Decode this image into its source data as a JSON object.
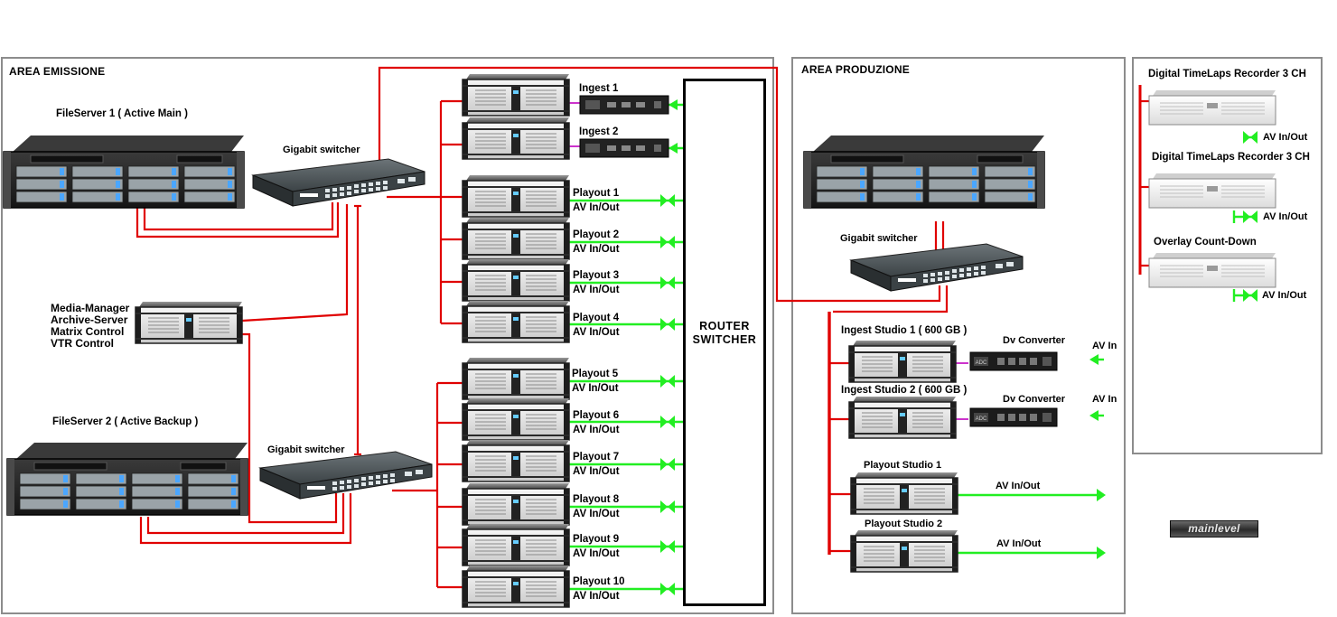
{
  "areas": {
    "emissione_title": "AREA EMISSIONE",
    "produzione_title": "AREA PRODUZIONE"
  },
  "emissione": {
    "fileserver1_label": "FileServer 1 ( Active Main )",
    "fileserver2_label": "FileServer 2 ( Active Backup )",
    "switch1_label": "Gigabit switcher",
    "switch2_label": "Gigabit switcher",
    "media_manager_lines": [
      "Media-Manager",
      "Archive-Server",
      "Matrix Control",
      "VTR Control"
    ],
    "ingests": [
      {
        "name": "Ingest 1"
      },
      {
        "name": "Ingest 2"
      }
    ],
    "playouts": [
      {
        "name": "Playout 1",
        "io": "AV In/Out"
      },
      {
        "name": "Playout 2",
        "io": "AV In/Out"
      },
      {
        "name": "Playout 3",
        "io": "AV In/Out"
      },
      {
        "name": "Playout 4",
        "io": "AV In/Out"
      },
      {
        "name": "Playout 5",
        "io": "AV In/Out"
      },
      {
        "name": "Playout 6",
        "io": "AV In/Out"
      },
      {
        "name": "Playout 7",
        "io": "AV In/Out"
      },
      {
        "name": "Playout 8",
        "io": "AV In/Out"
      },
      {
        "name": "Playout 9",
        "io": "AV In/Out"
      },
      {
        "name": "Playout 10",
        "io": "AV In/Out"
      }
    ],
    "router_lines": [
      "ROUTER",
      "SWITCHER"
    ]
  },
  "produzione": {
    "switch_label": "Gigabit switcher",
    "ingest_studio_1": "Ingest Studio 1 ( 600 GB )",
    "ingest_studio_2": "Ingest Studio 2 ( 600 GB )",
    "converter_label_1": "Dv Converter",
    "converter_label_2": "Dv Converter",
    "av_in_1": "AV In",
    "av_in_2": "AV In",
    "playout_studio_1": "Playout Studio 1",
    "playout_studio_2": "Playout Studio 2",
    "playout_studio_1_io": "AV In/Out",
    "playout_studio_2_io": "AV In/Out"
  },
  "recorders": {
    "items": [
      {
        "name": "Digital TimeLaps Recorder 3 CH",
        "io": "AV In/Out"
      },
      {
        "name": "Digital TimeLaps Recorder 3 CH",
        "io": "AV In/Out"
      },
      {
        "name": "Overlay Count-Down",
        "io": "AV In/Out"
      }
    ]
  },
  "logo": {
    "text": "mainlevel"
  },
  "colors": {
    "network_line": "#e00000",
    "av_line": "#22ee22",
    "magenta_link": "#cc33cc",
    "area_border": "#8c8c8c"
  }
}
